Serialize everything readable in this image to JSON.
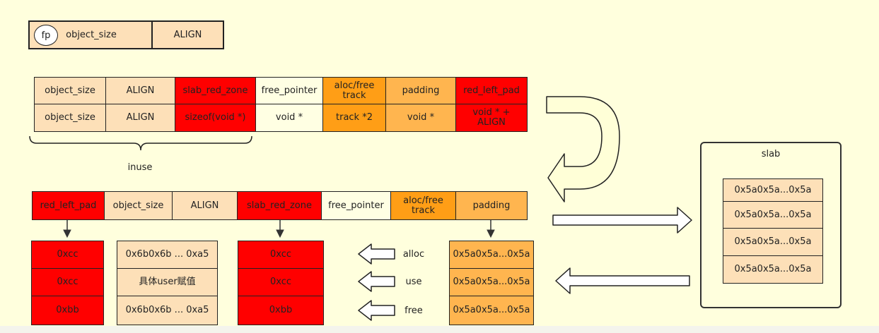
{
  "colors": {
    "peach": "#fde0b8",
    "red": "#ff0000",
    "orange": "#ff9e16",
    "light_orange": "#ffb54f",
    "cream": "#ffffe3",
    "background": "#ffffdd"
  },
  "top_box": {
    "fp": "fp",
    "object_size": "object_size",
    "align": "ALIGN"
  },
  "layout_table": {
    "row1": [
      "object_size",
      "ALIGN",
      "slab_red_zone",
      "free_pointer",
      "aloc/free\ntrack",
      "padding",
      "red_left_pad"
    ],
    "row2": [
      "object_size",
      "ALIGN",
      "sizeof(void *)",
      "void *",
      "track *2",
      "void *",
      "void * +\nALIGN"
    ]
  },
  "inuse_label": "inuse",
  "object_row": [
    "red_left_pad",
    "object_size",
    "ALIGN",
    "slab_red_zone",
    "free_pointer",
    "aloc/free\ntrack",
    "padding"
  ],
  "red_left_pad_values": [
    "0xcc",
    "0xcc",
    "0xbb"
  ],
  "object_size_values": [
    "0x6b0x6b ... 0xa5",
    "具体user赋值",
    "0x6b0x6b ... 0xa5"
  ],
  "red_zone_values": [
    "0xcc",
    "0xcc",
    "0xbb"
  ],
  "states": [
    "alloc",
    "use",
    "free"
  ],
  "padding_values": [
    "0x5a0x5a...0x5a",
    "0x5a0x5a...0x5a",
    "0x5a0x5a...0x5a"
  ],
  "slab": {
    "title": "slab",
    "objects": [
      "0x5a0x5a...0x5a",
      "0x5a0x5a...0x5a",
      "0x5a0x5a...0x5a",
      "0x5a0x5a...0x5a"
    ]
  }
}
